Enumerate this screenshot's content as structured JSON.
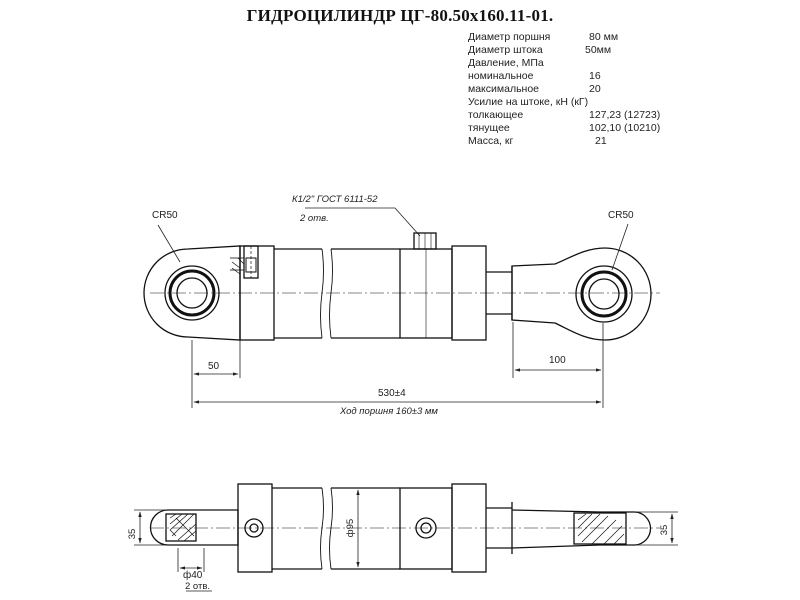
{
  "title": "ГИДРОЦИЛИНДР ЦГ-80.50х160.11-01.",
  "specs": [
    {
      "label": "Диаметр поршня",
      "value": "80 мм"
    },
    {
      "label": "Диаметр штока",
      "value": "50мм"
    },
    {
      "label": "Давление, МПа",
      "value": ""
    },
    {
      "label": "номинальное",
      "value": "16"
    },
    {
      "label": "максимальное",
      "value": "20"
    },
    {
      "label": "Усилие на штоке, кН (кГ)",
      "value": ""
    },
    {
      "label": "толкающее",
      "value": "127,23 (12723)"
    },
    {
      "label": "тянущее",
      "value": "102,10 (10210)"
    },
    {
      "label": "Масса, кг",
      "value": "21"
    }
  ],
  "annotations": {
    "radius_left": "СR50",
    "radius_right": "СR50",
    "port_thread": "К1/2\" ГОСТ 6111-52",
    "port_count": "2 отв.",
    "dim_50": "50",
    "dim_100": "100",
    "dim_total": "530±4",
    "stroke": "Ход поршня 160±3 мм",
    "dim_35_left": "35",
    "dim_35_right": "35",
    "dim_phi95": "ф95",
    "dim_phi40": "ф40",
    "holes_count": "2 отв."
  }
}
